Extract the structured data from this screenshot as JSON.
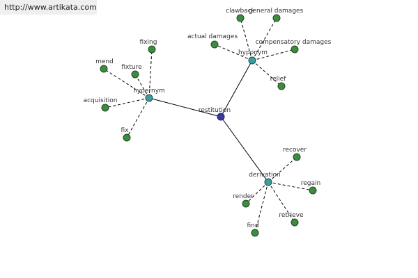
{
  "url": "http://www.artikata.com",
  "nodes": {
    "center": "restitution",
    "hub_hyponym": "hyponym",
    "hub_hypernym": "hypernym",
    "hub_derivation": "derivation",
    "clawback": "clawback",
    "general_damages": "general damages",
    "actual_damages": "actual damages",
    "compensatory_damages": "compensatory damages",
    "relief": "relief",
    "fixing": "fixing",
    "mend": "mend",
    "fixture": "fixture",
    "acquisition": "acquisition",
    "fix": "fix",
    "recover": "recover",
    "regain": "regain",
    "render": "render",
    "retrieve": "retrieve",
    "find": "find"
  },
  "colors": {
    "leaf": "#3f8a3f",
    "hub": "#3e9c9c",
    "center": "#3a3aa6"
  }
}
